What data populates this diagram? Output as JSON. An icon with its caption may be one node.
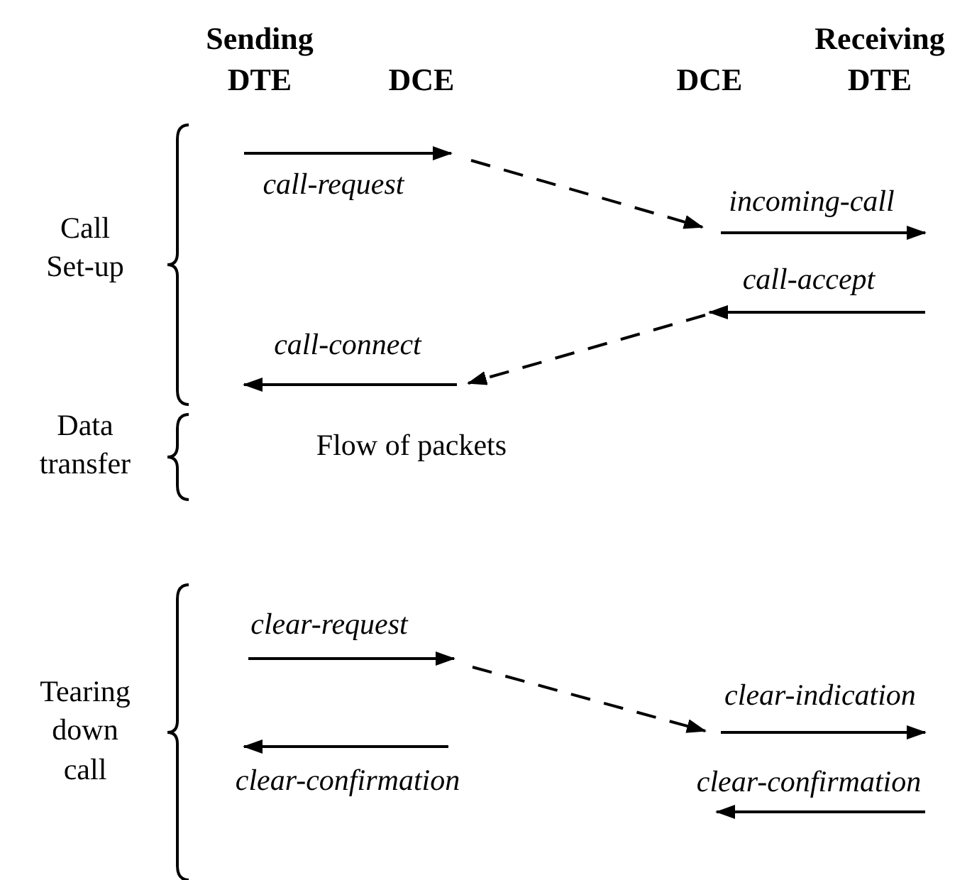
{
  "diagram": {
    "labels": [
      "Sending DTE",
      "DCE",
      "DCE",
      "Receiving DTE",
      "Call Set-up",
      "call-request",
      "incoming-call",
      "call-accept",
      "call-connect",
      "Data transfer",
      "Flow of packets",
      "Tearing down call",
      "clear-request",
      "clear-indication",
      "clear-confirmation",
      "clear-confirmation"
    ]
  }
}
